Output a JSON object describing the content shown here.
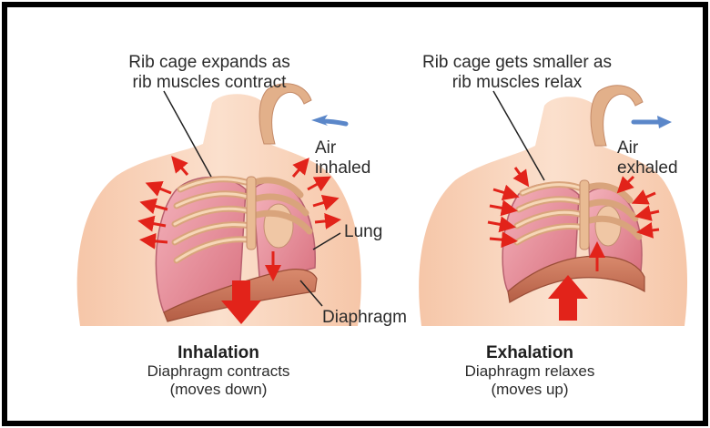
{
  "diagram": {
    "inhalation": {
      "rib_label_line1": "Rib cage expands as",
      "rib_label_line2": "rib muscles contract",
      "air_line1": "Air",
      "air_line2": "inhaled",
      "lung_label": "Lung",
      "diaphragm_label": "Diaphragm",
      "title": "Inhalation",
      "caption_line1": "Diaphragm contracts",
      "caption_line2": "(moves down)"
    },
    "exhalation": {
      "rib_label_line1": "Rib cage gets smaller as",
      "rib_label_line2": "rib muscles relax",
      "air_line1": "Air",
      "air_line2": "exhaled",
      "title": "Exhalation",
      "caption_line1": "Diaphragm relaxes",
      "caption_line2": "(moves up)"
    },
    "colors": {
      "skin": "#f9d2b8",
      "lung": "#e9909d",
      "rib": "#f2c49a",
      "arrow_red": "#e2231a",
      "air_arrow_blue": "#5b87c9",
      "frame": "#000000"
    }
  }
}
